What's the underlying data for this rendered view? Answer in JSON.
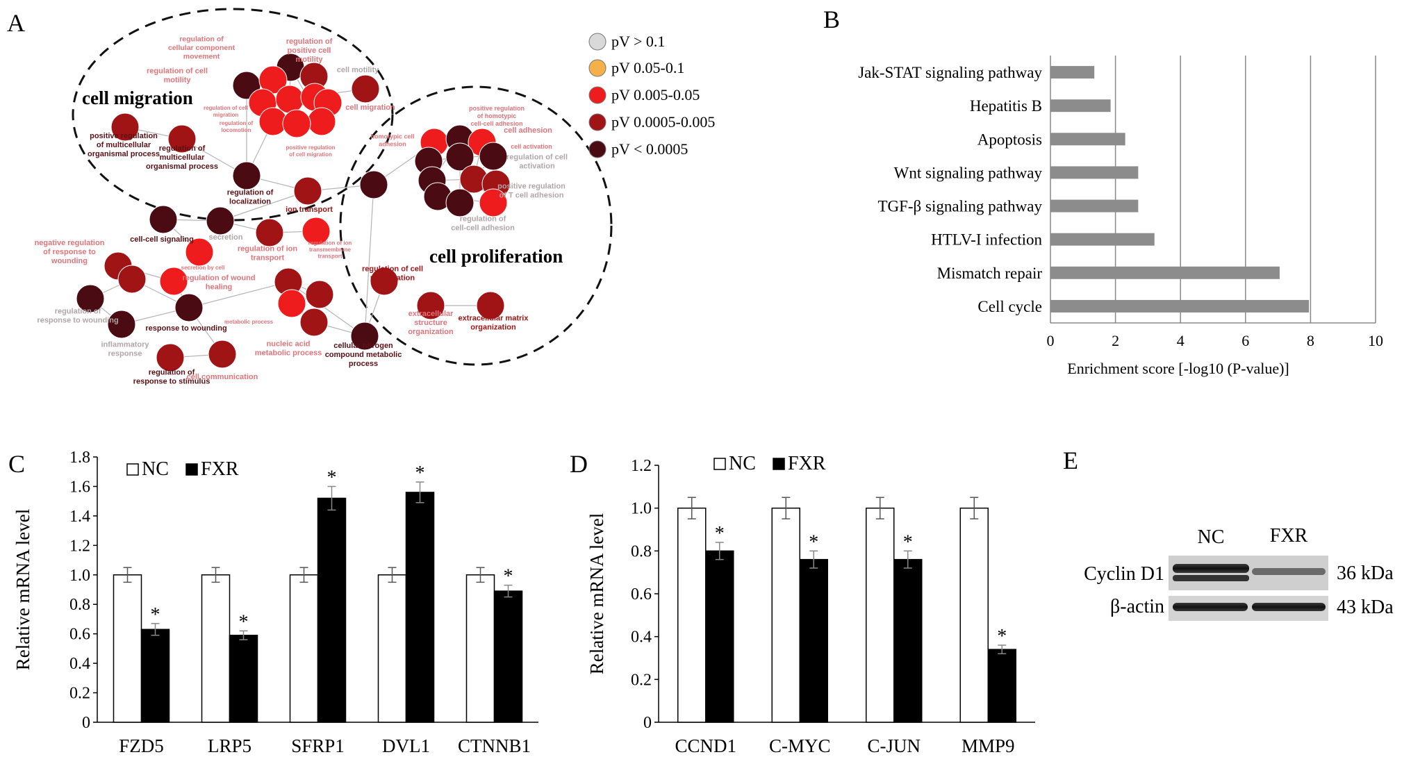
{
  "panels": {
    "a": "A",
    "b": "B",
    "c": "C",
    "d": "D",
    "e": "E"
  },
  "network": {
    "clusters": [
      {
        "label": "cell migration"
      },
      {
        "label": "cell proliferation"
      }
    ],
    "legend": [
      "pV > 0.1",
      "pV 0.05-0.1",
      "pV 0.005-0.05",
      "pV 0.0005-0.005",
      "pV < 0.0005"
    ],
    "legend_colors": [
      "#d9d9d9",
      "#f5b04a",
      "#ee1c1c",
      "#a01416",
      "#4a0c12"
    ],
    "terms": [
      "regulation of cellular component movement",
      "regulation of positive cell motility",
      "regulation of cell motility",
      "cell motility",
      "regulation of cell migration",
      "cell migration",
      "regulation of locomotion",
      "positive regulation of cell migration",
      "positive regulation of multicellular organismal process",
      "regulation of multicellular organismal process",
      "regulation of localization",
      "ion transport",
      "cell-cell signaling",
      "secretion",
      "secretion by cell",
      "regulation of ion transport",
      "regulation of ion transmembrane transport",
      "negative regulation of response to wounding",
      "regulation of wound healing",
      "regulation of response to wounding",
      "inflammatory response",
      "response to wounding",
      "metabolic process",
      "nucleic acid metabolic process",
      "regulation of response to stimulus",
      "cell communication",
      "cellular nitrogen compound metabolic process",
      "positive regulation of homotypic cell-cell adhesion",
      "cell adhesion",
      "homotypic cell adhesion",
      "cell activation",
      "regulation of cell activation",
      "positive regulation of T cell adhesion",
      "regulation of cell-cell adhesion",
      "regulation of cell proliferation",
      "extracellular structure organization",
      "extracellular matrix organization"
    ]
  },
  "chart_data": [
    {
      "type": "bar",
      "orientation": "horizontal",
      "categories": [
        "Jak-STAT signaling pathway",
        "Hepatitis B",
        "Apoptosis",
        "Wnt signaling pathway",
        "TGF-β signaling pathway",
        "HTLV-I infection",
        "Mismatch repair",
        "Cell cycle"
      ],
      "values": [
        1.35,
        1.85,
        2.3,
        2.7,
        2.7,
        3.2,
        7.05,
        7.95
      ],
      "xlabel": "Enrichment score [-log10 (P-value)]",
      "xlim": [
        0,
        10
      ],
      "xticks": [
        "0",
        "2",
        "4",
        "6",
        "8",
        "10"
      ],
      "grid": true,
      "bar_color": "#8c8c8c"
    },
    {
      "type": "bar",
      "categories": [
        "FZD5",
        "LRP5",
        "SFRP1",
        "DVL1",
        "CTNNB1"
      ],
      "series": [
        {
          "name": "NC",
          "values": [
            1.0,
            1.0,
            1.0,
            1.0,
            1.0
          ],
          "errors": [
            0.05,
            0.05,
            0.05,
            0.05,
            0.05
          ],
          "color": "#ffffff"
        },
        {
          "name": "FXR",
          "values": [
            0.63,
            0.59,
            1.52,
            1.56,
            0.89
          ],
          "errors": [
            0.04,
            0.03,
            0.08,
            0.07,
            0.04
          ],
          "color": "#000000"
        }
      ],
      "significance": [
        "*",
        "*",
        "*",
        "*",
        "*"
      ],
      "ylabel": "Relative mRNA level",
      "ylim": [
        0,
        1.8
      ],
      "yticks": [
        "0",
        "0.2",
        "0.4",
        "0.6",
        "0.8",
        "1.0",
        "1.2",
        "1.4",
        "1.6",
        "1.8"
      ],
      "legend": "top-left"
    },
    {
      "type": "bar",
      "categories": [
        "CCND1",
        "C-MYC",
        "C-JUN",
        "MMP9"
      ],
      "series": [
        {
          "name": "NC",
          "values": [
            1.0,
            1.0,
            1.0,
            1.0
          ],
          "errors": [
            0.05,
            0.05,
            0.05,
            0.05
          ],
          "color": "#ffffff"
        },
        {
          "name": "FXR",
          "values": [
            0.8,
            0.76,
            0.76,
            0.34
          ],
          "errors": [
            0.04,
            0.04,
            0.04,
            0.02
          ],
          "color": "#000000"
        }
      ],
      "significance": [
        "*",
        "*",
        "*",
        "*"
      ],
      "ylabel": "Relative mRNA level",
      "ylim": [
        0,
        1.2
      ],
      "yticks": [
        "0",
        "0.2",
        "0.4",
        "0.6",
        "0.8",
        "1.0",
        "1.2"
      ],
      "legend": "top-left"
    }
  ],
  "blot": {
    "lanes": [
      "NC",
      "FXR"
    ],
    "rows": [
      {
        "protein": "Cyclin D1",
        "size": "36 kDa"
      },
      {
        "protein": "β-actin",
        "size": "43 kDa"
      }
    ]
  }
}
